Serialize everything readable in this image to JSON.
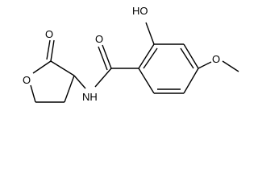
{
  "structure": {
    "atoms": {
      "hydroxyl": "HO",
      "lactone_carbonyl_oxygen": "O",
      "ring_oxygen": "O",
      "amide_oxygen": "O",
      "amide_nitrogen": "NH",
      "methoxy_oxygen": "O"
    }
  }
}
